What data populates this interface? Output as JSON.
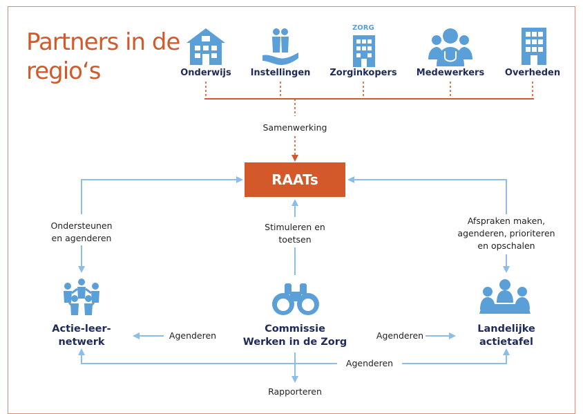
{
  "title": {
    "line1": "Partners in de",
    "line2": "regio‘s"
  },
  "partners": [
    {
      "label": "Onderwijs",
      "icon": "school-building-icon"
    },
    {
      "label": "Instellingen",
      "icon": "caring-hand-icon"
    },
    {
      "label": "Zorginkopers",
      "icon": "zorg-building-icon",
      "badge": "ZORG"
    },
    {
      "label": "Medewerkers",
      "icon": "medical-staff-icon"
    },
    {
      "label": "Overheden",
      "icon": "government-building-icon"
    }
  ],
  "center": {
    "label": "RAATs"
  },
  "edges": {
    "samenwerking": "Samenwerking",
    "ondersteunen": {
      "line1": "Ondersteunen",
      "line2": "en agenderen"
    },
    "stimuleren": {
      "line1": "Stimuleren en",
      "line2": "toetsen"
    },
    "afspraken": {
      "line1": "Afspraken maken,",
      "line2": "agenderen, prioriteren",
      "line3": "en opschalen"
    },
    "agenderen_left": "Agenderen",
    "agenderen_right": "Agenderen",
    "agenderen_bottom": "Agenderen",
    "rapporteren": "Rapporteren"
  },
  "nodes": {
    "left": {
      "line1": "Actie-leer-",
      "line2": "netwerk",
      "icon": "people-circle-icon"
    },
    "middle": {
      "line1": "Commissie",
      "line2": "Werken in de Zorg",
      "icon": "binoculars-icon"
    },
    "right": {
      "line1": "Landelijke",
      "line2": "actietafel",
      "icon": "meeting-table-icon"
    }
  },
  "colors": {
    "accent": "#d4592a",
    "arrow": "#8dbde6",
    "icon": "#5a9fd8",
    "navy": "#1f2a5c"
  }
}
